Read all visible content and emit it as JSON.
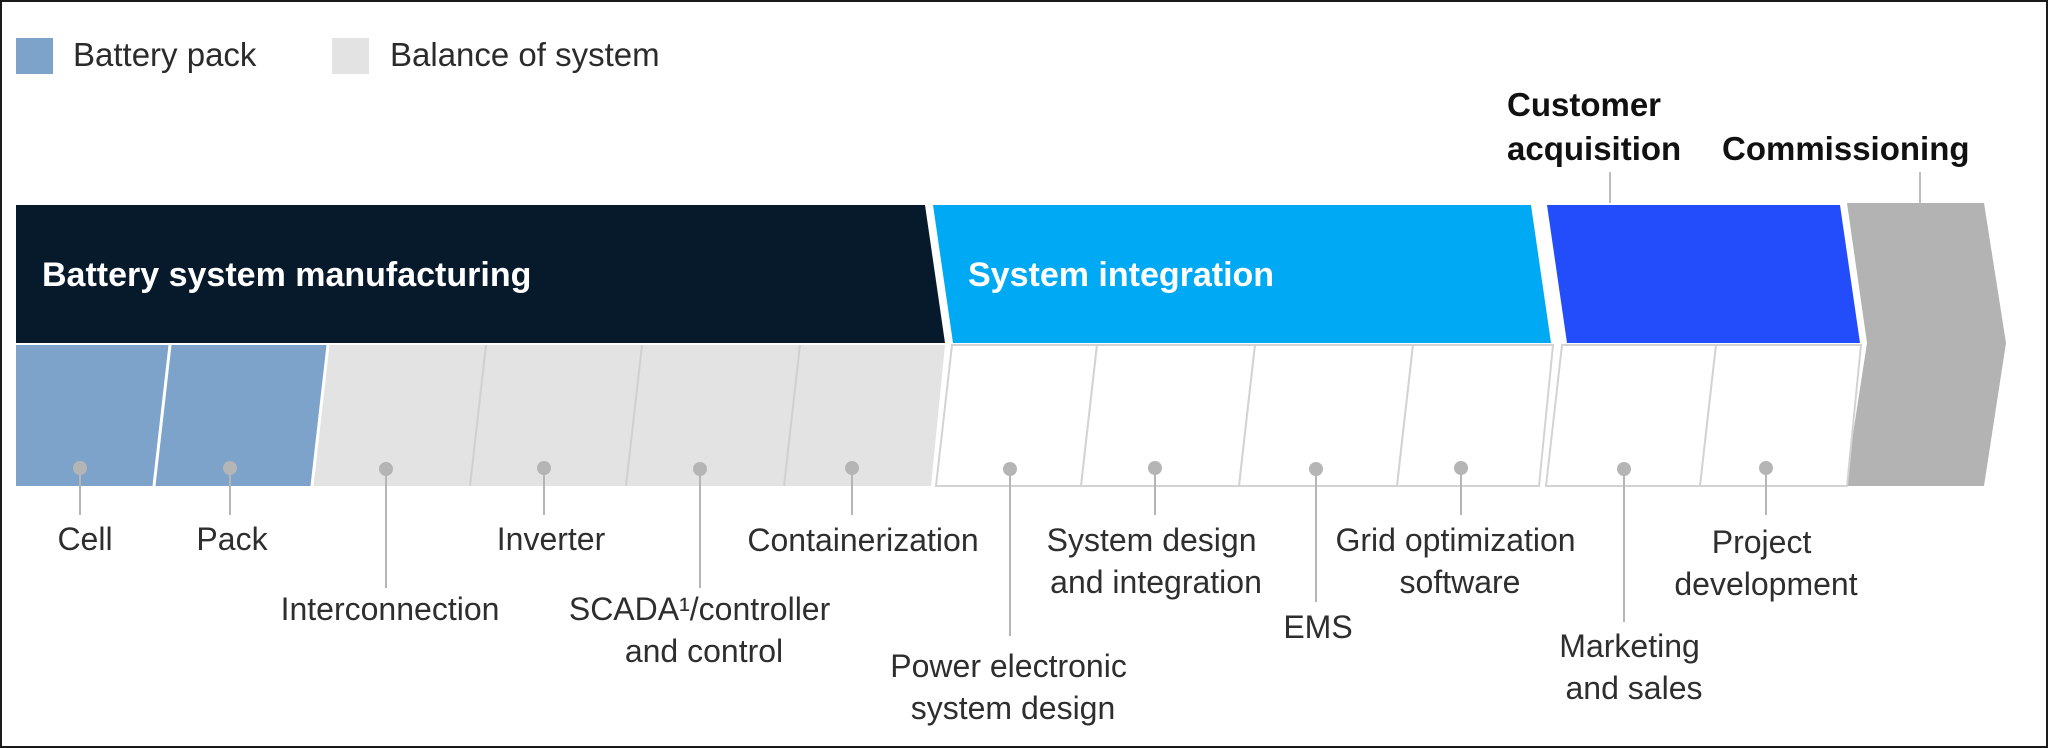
{
  "legend": {
    "battery_pack": {
      "label": "Battery pack",
      "color": "#7ea3cb"
    },
    "balance_of_system": {
      "label": "Balance of system",
      "color": "#e3e3e3"
    }
  },
  "stages": {
    "manufacturing": {
      "label": "Battery system manufacturing",
      "color": "#071a2b"
    },
    "integration": {
      "label": "System integration",
      "color": "#00a9f4"
    },
    "customer_acquisition": {
      "label": [
        "Customer",
        "acquisition"
      ],
      "color": "#234dfb"
    },
    "commissioning": {
      "label": "Commissioning",
      "color": "#b3b3b3"
    }
  },
  "steps": {
    "cell": [
      "Cell"
    ],
    "pack": [
      "Pack"
    ],
    "interconnection": [
      "Interconnection"
    ],
    "inverter": [
      "Inverter"
    ],
    "scada": [
      "SCADA¹/controller",
      "and control"
    ],
    "containerization": [
      "Containerization"
    ],
    "power_electronic": [
      "Power electronic",
      "system design"
    ],
    "system_design": [
      "System design",
      "and integration"
    ],
    "ems": [
      "EMS"
    ],
    "grid_optimization": [
      "Grid optimization",
      "software"
    ],
    "marketing": [
      "Marketing",
      "and sales"
    ],
    "project_development": [
      "Project",
      "development"
    ]
  }
}
